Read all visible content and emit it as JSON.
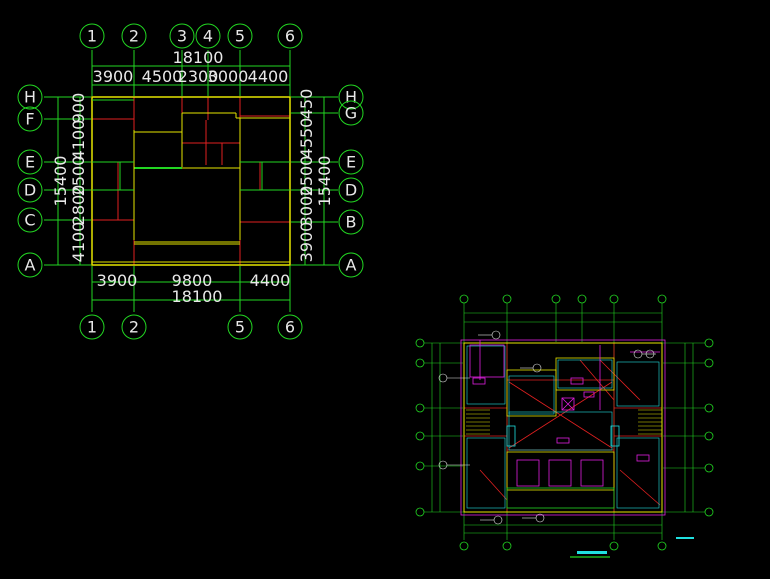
{
  "plan1": {
    "top_axes": [
      "1",
      "2",
      "3",
      "4",
      "5",
      "6"
    ],
    "bottom_axes": [
      "1",
      "2",
      "5",
      "6"
    ],
    "left_axes": [
      "H",
      "F",
      "E",
      "D",
      "C",
      "A"
    ],
    "right_axes": [
      "H",
      "G",
      "E",
      "D",
      "B",
      "A"
    ],
    "top_total": "18100",
    "top_segments": [
      "3900",
      "4500",
      "2300",
      "3000",
      "4400"
    ],
    "bottom_segments": [
      "3900",
      "9800",
      "4400"
    ],
    "bottom_total": "18100",
    "left_total": "15400",
    "left_segments": [
      "900",
      "4100",
      "2500",
      "2800",
      "4100"
    ],
    "right_total": "15400",
    "right_segments": [
      "450",
      "4550",
      "2500",
      "3000",
      "3900"
    ]
  },
  "colors": {
    "axis_bubble": "#22d622",
    "wall_red": "#e02020",
    "wall_yellow": "#e6e600",
    "wall_green": "#22d622",
    "pipe_magenta": "#e020e0",
    "pipe_cyan": "#20e0e0",
    "text": "#e8e8e8"
  }
}
